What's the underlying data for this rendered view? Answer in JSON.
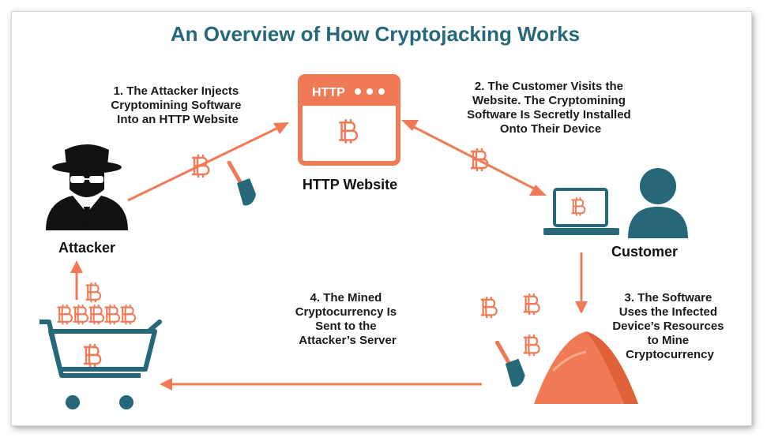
{
  "title": "An Overview of How Cryptojacking Works",
  "nodes": {
    "attacker": "Attacker",
    "website": "HTTP Website",
    "customer": "Customer",
    "http_tag": "HTTP"
  },
  "steps": [
    [
      "1. The Attacker Injects",
      "Cryptomining Software",
      "Into an HTTP Website"
    ],
    [
      "2. The Customer Visits the",
      "Website. The Cryptomining",
      "Software Is Secretly Installed",
      "Onto Their Device"
    ],
    [
      "3. The Software",
      "Uses the Infected",
      "Device’s Resources",
      "to Mine",
      "Cryptocurrency"
    ],
    [
      "4. The Mined",
      "Cryptocurrency Is",
      "Sent to the",
      "Attacker’s Server"
    ]
  ],
  "colors": {
    "title": "#27677a",
    "accent": "#f07a55",
    "dark_teal": "#27677a",
    "text": "#1a1a1a"
  },
  "icons": [
    "spy-icon",
    "browser-icon",
    "bitcoin-icon",
    "laptop-icon",
    "user-icon",
    "shovel-icon",
    "pile-icon",
    "cart-icon"
  ]
}
